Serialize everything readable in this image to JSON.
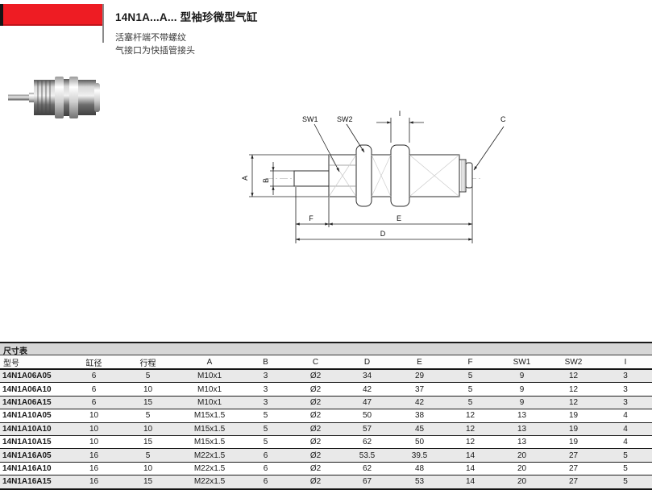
{
  "header": {
    "title": "14N1A...A... 型袖珍微型气缸",
    "subtitle_line1": "活塞杆端不带螺纹",
    "subtitle_line2": "气接口为快插管接头"
  },
  "drawing": {
    "labels": {
      "sw1": "SW1",
      "sw2": "SW2",
      "i": "I",
      "c": "C",
      "a": "A",
      "b": "B",
      "f": "F",
      "e": "E",
      "d": "D"
    }
  },
  "table": {
    "caption": "尺寸表",
    "columns": [
      "型号",
      "缸径",
      "行程",
      "A",
      "B",
      "C",
      "D",
      "E",
      "F",
      "SW1",
      "SW2",
      "I"
    ],
    "rows": [
      [
        "14N1A06A05",
        "6",
        "5",
        "M10x1",
        "3",
        "Ø2",
        "34",
        "29",
        "5",
        "9",
        "12",
        "3"
      ],
      [
        "14N1A06A10",
        "6",
        "10",
        "M10x1",
        "3",
        "Ø2",
        "42",
        "37",
        "5",
        "9",
        "12",
        "3"
      ],
      [
        "14N1A06A15",
        "6",
        "15",
        "M10x1",
        "3",
        "Ø2",
        "47",
        "42",
        "5",
        "9",
        "12",
        "3"
      ],
      [
        "14N1A10A05",
        "10",
        "5",
        "M15x1.5",
        "5",
        "Ø2",
        "50",
        "38",
        "12",
        "13",
        "19",
        "4"
      ],
      [
        "14N1A10A10",
        "10",
        "10",
        "M15x1.5",
        "5",
        "Ø2",
        "57",
        "45",
        "12",
        "13",
        "19",
        "4"
      ],
      [
        "14N1A10A15",
        "10",
        "15",
        "M15x1.5",
        "5",
        "Ø2",
        "62",
        "50",
        "12",
        "13",
        "19",
        "4"
      ],
      [
        "14N1A16A05",
        "16",
        "5",
        "M22x1.5",
        "6",
        "Ø2",
        "53.5",
        "39.5",
        "14",
        "20",
        "27",
        "5"
      ],
      [
        "14N1A16A10",
        "16",
        "10",
        "M22x1.5",
        "6",
        "Ø2",
        "62",
        "48",
        "14",
        "20",
        "27",
        "5"
      ],
      [
        "14N1A16A15",
        "16",
        "15",
        "M22x1.5",
        "6",
        "Ø2",
        "67",
        "53",
        "14",
        "20",
        "27",
        "5"
      ]
    ]
  },
  "colors": {
    "accent_red": "#ee1c23",
    "row_alt": "#e9e9e9",
    "line": "#1a1a1a"
  }
}
